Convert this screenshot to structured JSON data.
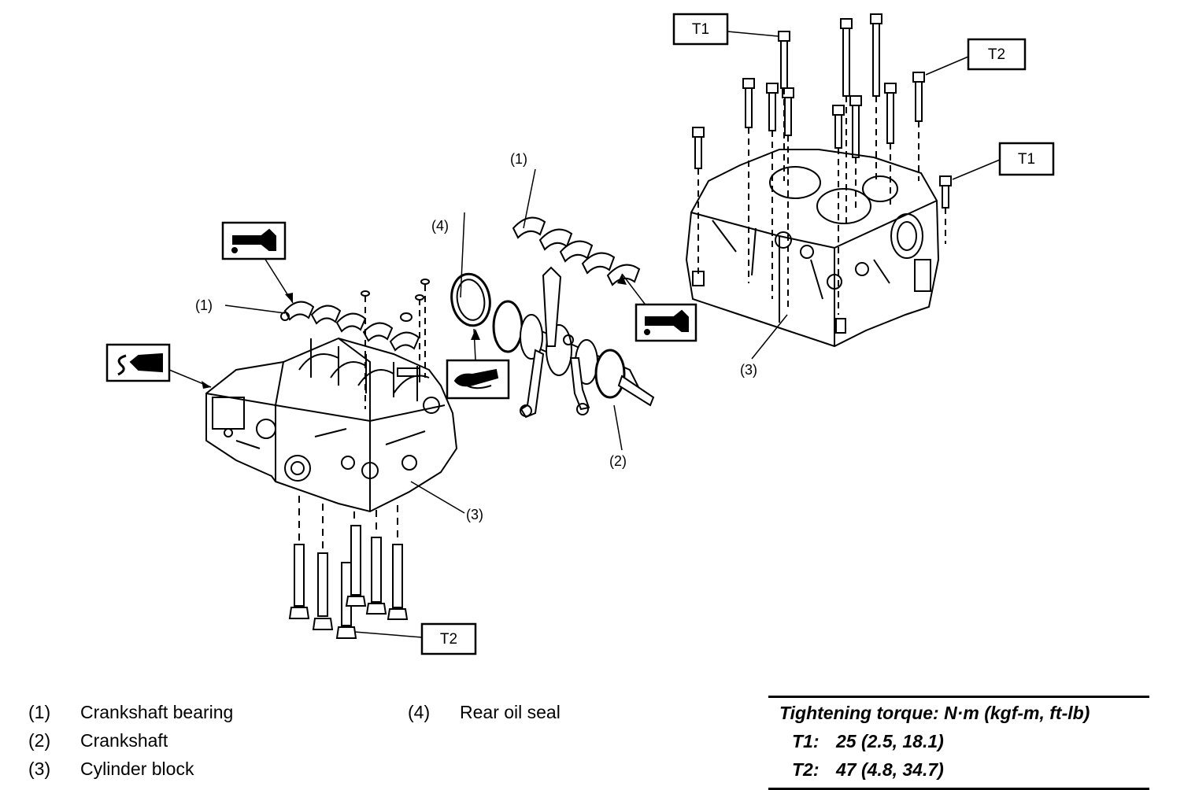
{
  "callouts": {
    "left_1": "(1)",
    "left_3": "(3)",
    "seal_4": "(4)",
    "bearing_1": "(1)",
    "crank_2": "(2)",
    "right_3": "(3)"
  },
  "torque_labels": {
    "top_left_t1": "T1",
    "top_right_t2": "T2",
    "right_t1": "T1",
    "bottom_t2": "T2"
  },
  "icons": {
    "oil_left": "engine-oil-can-icon",
    "oil_right": "engine-oil-can-icon",
    "sealant": "liquid-gasket-tube-icon",
    "grease": "grease-finger-icon"
  },
  "legend": [
    {
      "num": "(1)",
      "label": "Crankshaft bearing"
    },
    {
      "num": "(2)",
      "label": "Crankshaft"
    },
    {
      "num": "(3)",
      "label": "Cylinder block"
    },
    {
      "num": "(4)",
      "label": "Rear oil seal"
    }
  ],
  "torque_table": {
    "heading": "Tightening torque: N·m (kgf-m, ft-lb)",
    "rows": [
      {
        "key": "T1:",
        "value": "25 (2.5, 18.1)"
      },
      {
        "key": "T2:",
        "value": "47 (4.8, 34.7)"
      }
    ]
  }
}
